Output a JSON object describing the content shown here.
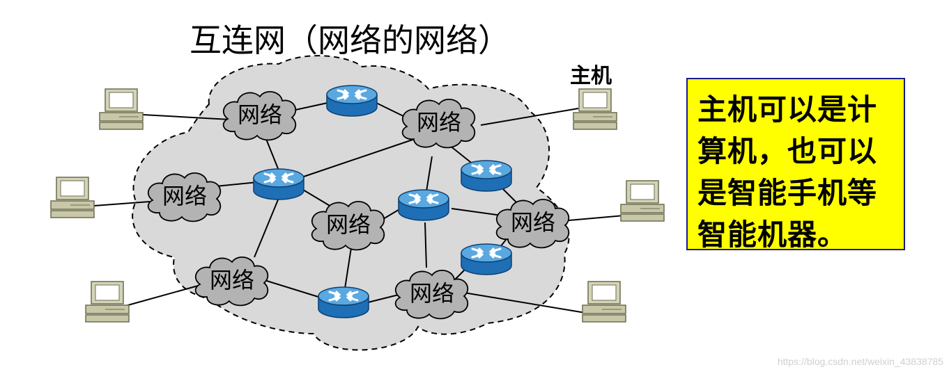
{
  "title": "互连网（网络的网络）",
  "host_label": "主机",
  "network_label": "网络",
  "note_lines": [
    "主机可以是计",
    "算机，也可以",
    "是智能手机等",
    "智能机器。"
  ],
  "watermark": "https://blog.csdn.net/weixin_43838785",
  "colors": {
    "cloud_fill": "#d9d9d9",
    "small_cloud_fill": "#b3b3b3",
    "router_top": "#5aa8e0",
    "router_side": "#1e6fb5",
    "note_background": "#ffff00",
    "host_color": "#c8c8a8"
  },
  "icons": {
    "router": "router-icon",
    "host": "desktop-computer-icon",
    "network": "network-cloud-icon"
  }
}
